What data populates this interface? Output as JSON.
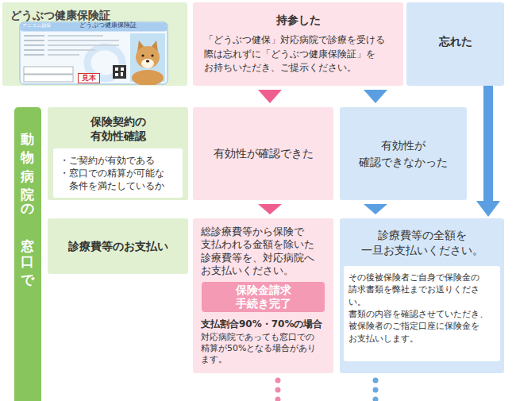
{
  "diagram": {
    "nodes": [
      {
        "text": [
          "どうぶつ健康保険証"
        ]
      },
      {
        "text": [
          "持参した",
          "「どうぶつ健保」対応病院で診療を受ける 際は忘れずに「どうぶつ健康保険証」を お持ちいただき、ご提示ください。"
        ]
      },
      {
        "text": [
          "忘れた"
        ]
      },
      {
        "text": [
          "動物病院の窓口で"
        ]
      },
      {
        "text": [
          "保険契約の 有効性確認"
        ]
      },
      {
        "text": [
          "・ご契約が有効である",
          "・窓口での精算が可能な 条件を満たしているか"
        ],
        "in": 4
      },
      {
        "text": [
          "有効性が確認できた"
        ]
      },
      {
        "text": [
          "有効性が 確認できなかった"
        ]
      },
      {
        "text": [
          "診療費等のお支払い"
        ]
      },
      {
        "text": [
          "総診療費等から保険で 支払われる金額を除いた 診療費等を、対応病院へ お支払いください。",
          "支払割合90%・70%の場合",
          "対応病院であっても窓口での 精算が50%となる場合があり ます。"
        ]
      },
      {
        "text": [
          "保険金請求 手続き完了"
        ],
        "in": 9
      },
      {
        "text": [
          "診療費等の全額を 一旦お支払いください。"
        ]
      },
      {
        "text": [
          "その後被保険者ご自身で保険金の 請求書類を弊社までお送りくださ い。 書類の内容を確認させていただき、 被保険者のご指定口座に保険金を お支払いします。"
        ],
        "in": 11
      }
    ],
    "edges": [
      {
        "from": 1,
        "to": 6,
        "arrow": "to"
      },
      {
        "from": 1,
        "to": 7,
        "arrow": "to"
      },
      {
        "from": 2,
        "to": 11,
        "arrow": "to"
      },
      {
        "from": 6,
        "to": 9,
        "arrow": "to"
      },
      {
        "from": 7,
        "to": 11,
        "arrow": "to"
      }
    ],
    "labels": [
      "アニコム損保",
      "どうぶつ健康保険証",
      "見本"
    ]
  }
}
